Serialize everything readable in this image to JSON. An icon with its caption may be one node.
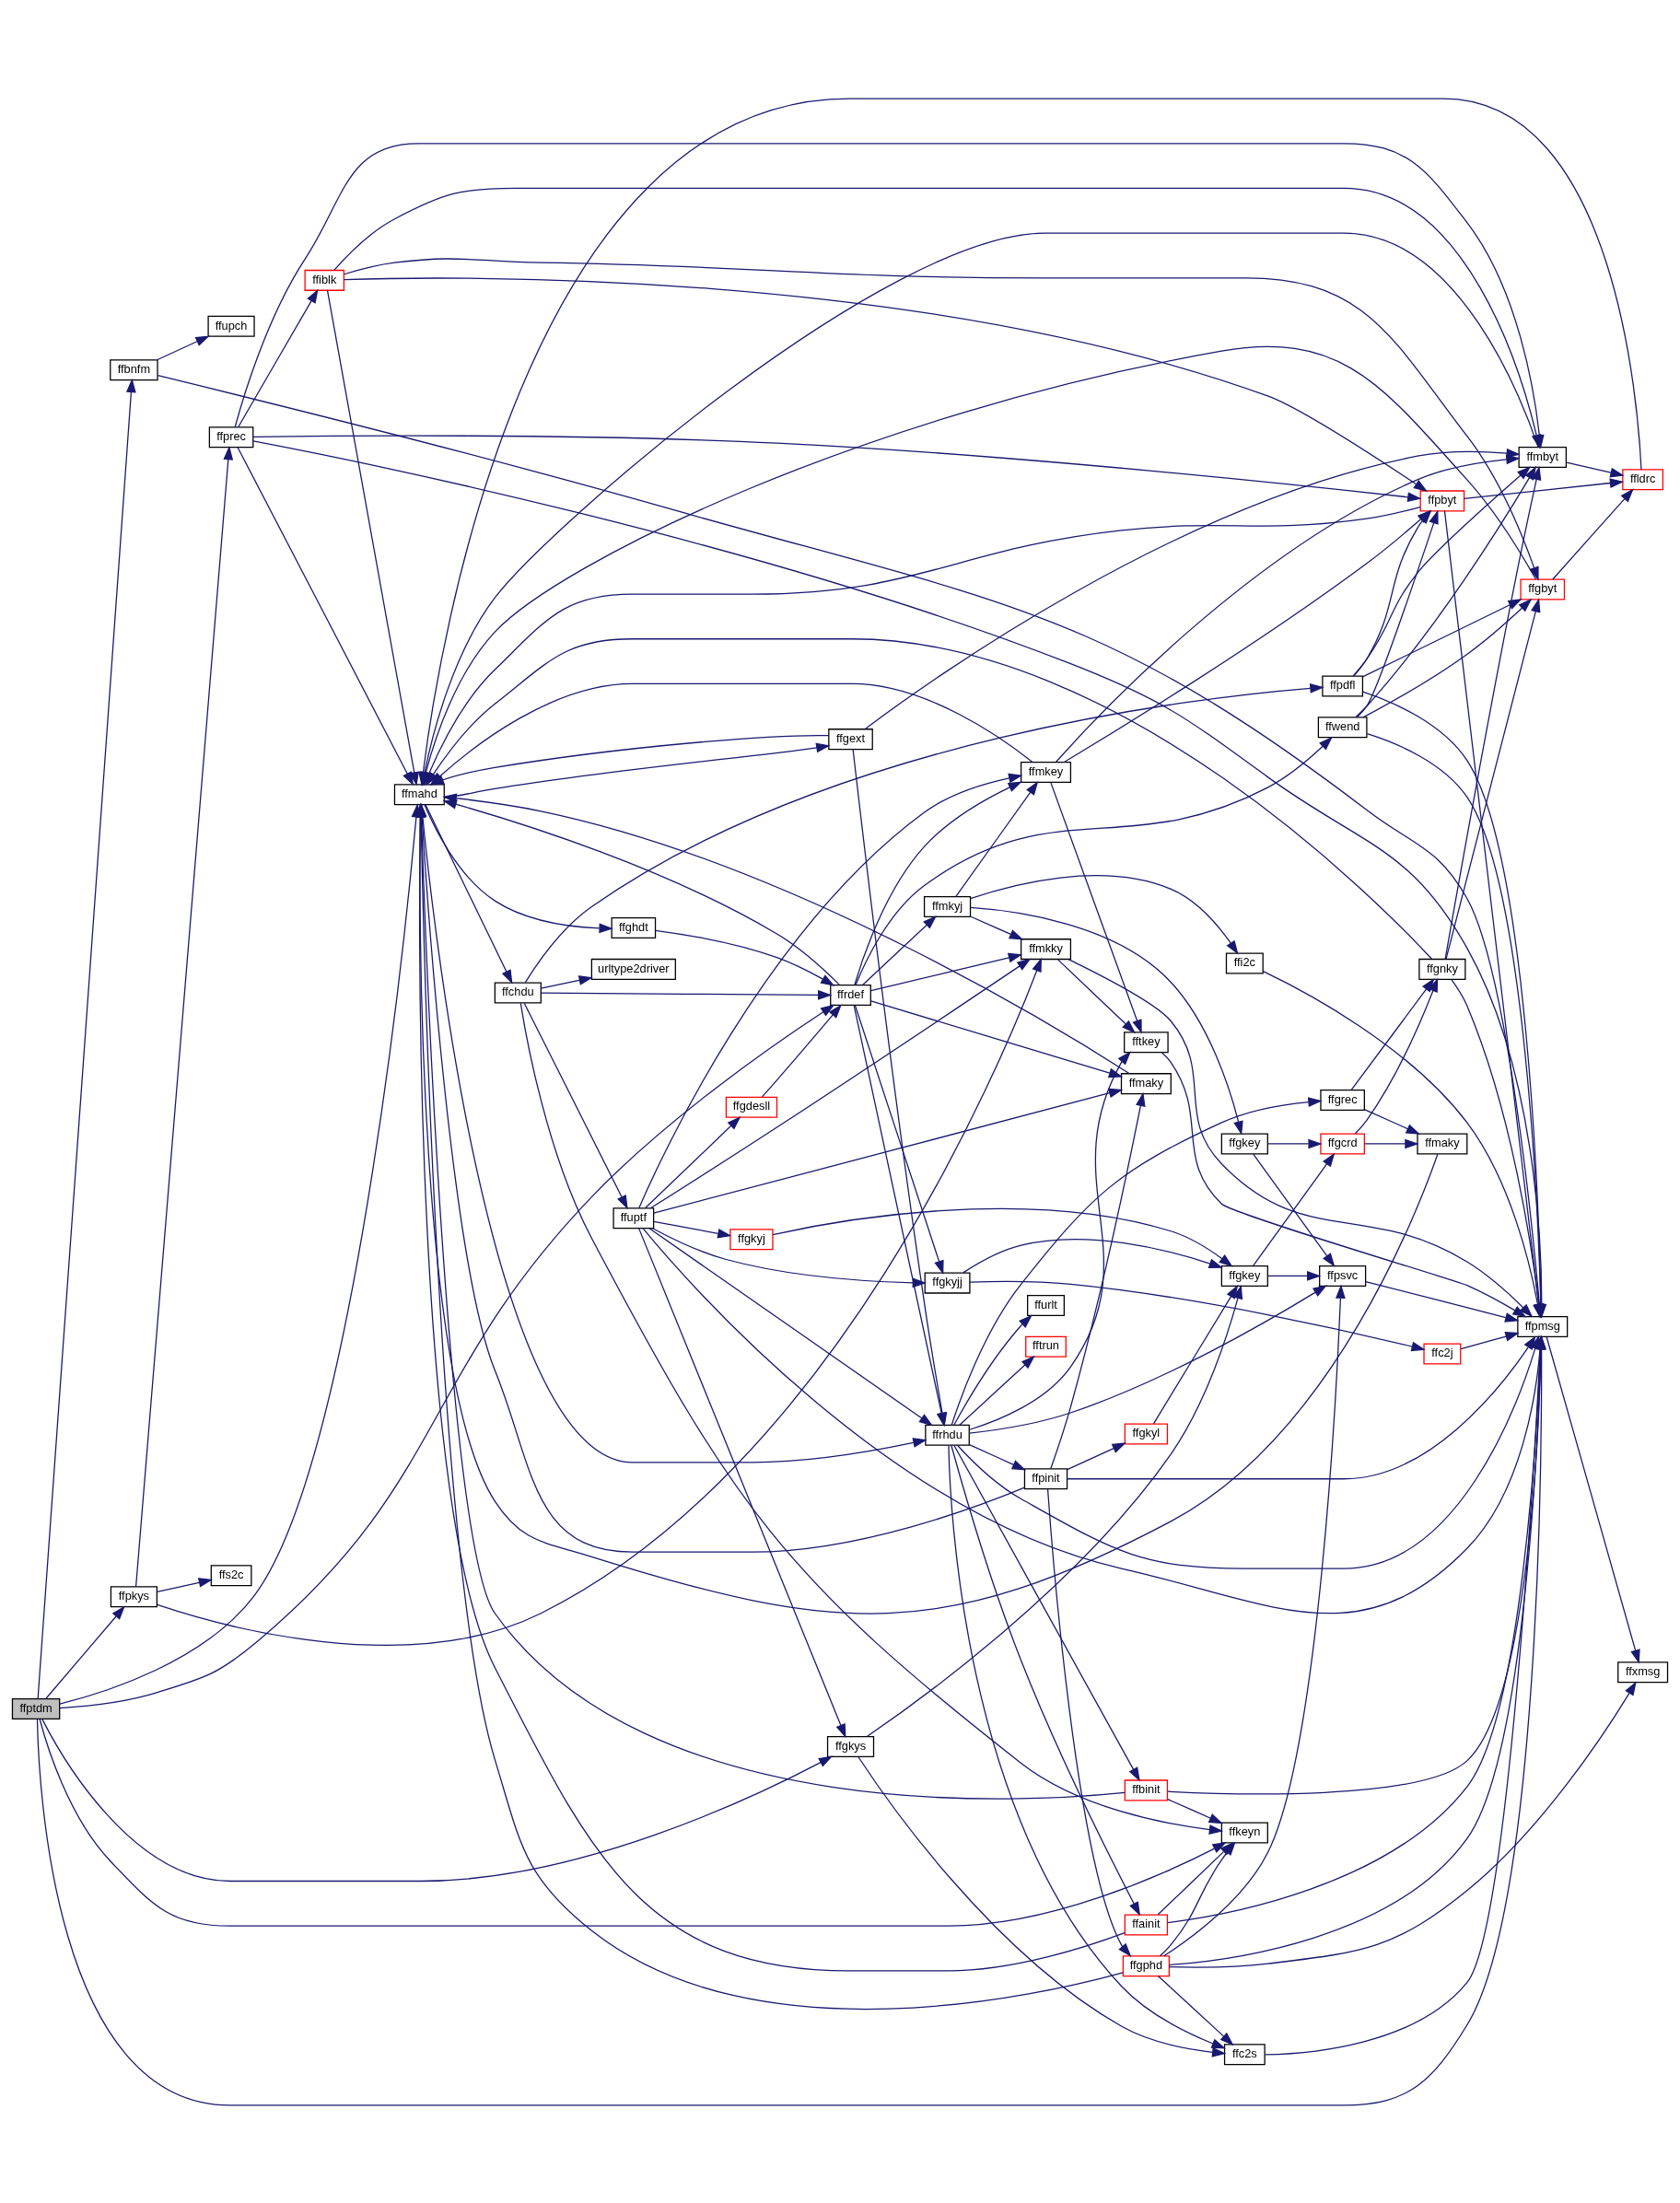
{
  "diagram": {
    "nodes": [
      {
        "text": [
          "ffptdm"
        ]
      },
      {
        "text": [
          "ffbnfm"
        ]
      },
      {
        "text": [
          "ffupch"
        ]
      },
      {
        "text": [
          "ffpkys"
        ]
      },
      {
        "text": [
          "ffs2c"
        ]
      },
      {
        "text": [
          "ffmahd"
        ]
      },
      {
        "text": [
          "ffprec"
        ]
      },
      {
        "text": [
          "ffiblk"
        ]
      },
      {
        "text": [
          "ffghdt"
        ]
      },
      {
        "text": [
          "ffchdu"
        ]
      },
      {
        "text": [
          "urltype2driver"
        ]
      },
      {
        "text": [
          "ffuptf"
        ]
      },
      {
        "text": [
          "ffgkys"
        ]
      },
      {
        "text": [
          "ffrhdu"
        ]
      },
      {
        "text": [
          "ffgdesll"
        ]
      },
      {
        "text": [
          "ffrdef"
        ]
      },
      {
        "text": [
          "ffgkyjj"
        ]
      },
      {
        "text": [
          "ffgkyj"
        ]
      },
      {
        "text": [
          "ffmkyj"
        ]
      },
      {
        "text": [
          "ffmkky"
        ]
      },
      {
        "text": [
          "ffmkey"
        ]
      },
      {
        "text": [
          "ffgext"
        ]
      },
      {
        "text": [
          "ffgphd"
        ]
      },
      {
        "text": [
          "ffc2s"
        ]
      },
      {
        "text": [
          "ffkeyn"
        ]
      },
      {
        "text": [
          "ffbinit"
        ]
      },
      {
        "text": [
          "ffainit"
        ]
      },
      {
        "text": [
          "ffpinit"
        ]
      },
      {
        "text": [
          "ffgkyl"
        ]
      },
      {
        "text": [
          "ffurlt"
        ]
      },
      {
        "text": [
          "fftrun"
        ]
      },
      {
        "text": [
          "fftkey"
        ]
      },
      {
        "text": [
          "ffi2c"
        ]
      },
      {
        "text": [
          "ffgkey"
        ]
      },
      {
        "text": [
          "ffgkey"
        ]
      },
      {
        "text": [
          "ffmaky"
        ]
      },
      {
        "text": [
          "ffgrec"
        ]
      },
      {
        "text": [
          "ffgcrd"
        ]
      },
      {
        "text": [
          "ffmaky"
        ]
      },
      {
        "text": [
          "ffgnky"
        ]
      },
      {
        "text": [
          "ffwend"
        ]
      },
      {
        "text": [
          "ffpdfl"
        ]
      },
      {
        "text": [
          "ffpbyt"
        ]
      },
      {
        "text": [
          "ffgbyt"
        ]
      },
      {
        "text": [
          "ffmbyt"
        ]
      },
      {
        "text": [
          "ffldrc"
        ]
      },
      {
        "text": [
          "ffpsvc"
        ]
      },
      {
        "text": [
          "ffc2j"
        ]
      },
      {
        "text": [
          "ffpmsg"
        ]
      },
      {
        "text": [
          "ffxmsg"
        ]
      }
    ],
    "edges": [
      {
        "from": 0,
        "to": 1,
        "arrow": "to"
      },
      {
        "from": 0,
        "to": 48,
        "arrow": "to"
      },
      {
        "from": 0,
        "to": 24,
        "arrow": "to"
      },
      {
        "from": 0,
        "to": 3,
        "arrow": "to"
      },
      {
        "from": 0,
        "to": 12,
        "arrow": "to"
      },
      {
        "from": 0,
        "to": 15,
        "arrow": "to"
      },
      {
        "from": 0,
        "to": 5,
        "arrow": "to"
      },
      {
        "from": 1,
        "to": 2,
        "arrow": "to"
      },
      {
        "from": 1,
        "to": 48,
        "arrow": "to"
      },
      {
        "from": 3,
        "to": 4,
        "arrow": "to"
      },
      {
        "from": 3,
        "to": 6,
        "arrow": "to"
      },
      {
        "from": 3,
        "to": 19,
        "arrow": "to"
      },
      {
        "from": 5,
        "to": 8,
        "arrow": "to"
      },
      {
        "from": 5,
        "to": 9,
        "arrow": "to"
      },
      {
        "from": 5,
        "to": 13,
        "arrow": "to"
      },
      {
        "from": 5,
        "to": 21,
        "arrow": "to"
      },
      {
        "from": 6,
        "to": 5,
        "arrow": "to"
      },
      {
        "from": 6,
        "to": 7,
        "arrow": "to"
      },
      {
        "from": 6,
        "to": 48,
        "arrow": "to"
      },
      {
        "from": 6,
        "to": 42,
        "arrow": "to"
      },
      {
        "from": 6,
        "to": 44,
        "arrow": "to"
      },
      {
        "from": 7,
        "to": 5,
        "arrow": "to"
      },
      {
        "from": 7,
        "to": 42,
        "arrow": "to"
      },
      {
        "from": 7,
        "to": 43,
        "arrow": "to"
      },
      {
        "from": 7,
        "to": 44,
        "arrow": "to"
      },
      {
        "from": 8,
        "to": 15,
        "arrow": "to"
      },
      {
        "from": 9,
        "to": 10,
        "arrow": "to"
      },
      {
        "from": 9,
        "to": 11,
        "arrow": "to"
      },
      {
        "from": 9,
        "to": 15,
        "arrow": "to"
      },
      {
        "from": 9,
        "to": 24,
        "arrow": "to"
      },
      {
        "from": 9,
        "to": 41,
        "arrow": "to"
      },
      {
        "from": 11,
        "to": 14,
        "arrow": "to"
      },
      {
        "from": 11,
        "to": 13,
        "arrow": "to"
      },
      {
        "from": 11,
        "to": 12,
        "arrow": "to"
      },
      {
        "from": 11,
        "to": 16,
        "arrow": "to"
      },
      {
        "from": 11,
        "to": 35,
        "arrow": "to"
      },
      {
        "from": 11,
        "to": 17,
        "arrow": "to"
      },
      {
        "from": 11,
        "to": 20,
        "arrow": "to"
      },
      {
        "from": 11,
        "to": 48,
        "arrow": "to"
      },
      {
        "from": 11,
        "to": 19,
        "arrow": "to"
      },
      {
        "from": 12,
        "to": 23,
        "arrow": "to"
      },
      {
        "from": 12,
        "to": 34,
        "arrow": "to"
      },
      {
        "from": 13,
        "to": 23,
        "arrow": "to"
      },
      {
        "from": 13,
        "to": 25,
        "arrow": "to"
      },
      {
        "from": 13,
        "to": 26,
        "arrow": "to"
      },
      {
        "from": 13,
        "to": 27,
        "arrow": "to"
      },
      {
        "from": 13,
        "to": 29,
        "arrow": "to"
      },
      {
        "from": 13,
        "to": 30,
        "arrow": "to"
      },
      {
        "from": 13,
        "to": 48,
        "arrow": "to"
      },
      {
        "from": 13,
        "to": 46,
        "arrow": "to"
      },
      {
        "from": 13,
        "to": 36,
        "arrow": "to"
      },
      {
        "from": 13,
        "to": 31,
        "arrow": "to"
      },
      {
        "from": 14,
        "to": 15,
        "arrow": "to"
      },
      {
        "from": 15,
        "to": 19,
        "arrow": "to"
      },
      {
        "from": 15,
        "to": 18,
        "arrow": "to"
      },
      {
        "from": 15,
        "to": 16,
        "arrow": "to"
      },
      {
        "from": 15,
        "to": 35,
        "arrow": "to"
      },
      {
        "from": 15,
        "to": 20,
        "arrow": "to"
      },
      {
        "from": 15,
        "to": 40,
        "arrow": "to"
      },
      {
        "from": 15,
        "to": 13,
        "arrow": "to"
      },
      {
        "from": 15,
        "to": 5,
        "arrow": "to"
      },
      {
        "from": 16,
        "to": 34,
        "arrow": "to"
      },
      {
        "from": 16,
        "to": 47,
        "arrow": "to"
      },
      {
        "from": 17,
        "to": 34,
        "arrow": "to"
      },
      {
        "from": 18,
        "to": 19,
        "arrow": "to"
      },
      {
        "from": 18,
        "to": 32,
        "arrow": "to"
      },
      {
        "from": 18,
        "to": 33,
        "arrow": "to"
      },
      {
        "from": 18,
        "to": 20,
        "arrow": "to"
      },
      {
        "from": 19,
        "to": 31,
        "arrow": "to"
      },
      {
        "from": 19,
        "to": 48,
        "arrow": "to"
      },
      {
        "from": 20,
        "to": 31,
        "arrow": "to"
      },
      {
        "from": 20,
        "to": 42,
        "arrow": "to"
      },
      {
        "from": 20,
        "to": 44,
        "arrow": "to"
      },
      {
        "from": 20,
        "to": 5,
        "arrow": "to"
      },
      {
        "from": 21,
        "to": 13,
        "arrow": "to"
      },
      {
        "from": 21,
        "to": 5,
        "arrow": "to"
      },
      {
        "from": 21,
        "to": 44,
        "arrow": "to"
      },
      {
        "from": 22,
        "to": 23,
        "arrow": "to"
      },
      {
        "from": 22,
        "to": 24,
        "arrow": "to"
      },
      {
        "from": 22,
        "to": 48,
        "arrow": "to"
      },
      {
        "from": 22,
        "to": 49,
        "arrow": "to"
      },
      {
        "from": 22,
        "to": 46,
        "arrow": "to"
      },
      {
        "from": 22,
        "to": 5,
        "arrow": "to"
      },
      {
        "from": 23,
        "to": 48,
        "arrow": "to"
      },
      {
        "from": 25,
        "to": 24,
        "arrow": "to"
      },
      {
        "from": 25,
        "to": 48,
        "arrow": "to"
      },
      {
        "from": 25,
        "to": 5,
        "arrow": "to"
      },
      {
        "from": 26,
        "to": 24,
        "arrow": "to"
      },
      {
        "from": 26,
        "to": 48,
        "arrow": "to"
      },
      {
        "from": 26,
        "to": 5,
        "arrow": "to"
      },
      {
        "from": 27,
        "to": 22,
        "arrow": "to"
      },
      {
        "from": 27,
        "to": 28,
        "arrow": "to"
      },
      {
        "from": 27,
        "to": 48,
        "arrow": "to"
      },
      {
        "from": 27,
        "to": 35,
        "arrow": "to"
      },
      {
        "from": 27,
        "to": 5,
        "arrow": "to"
      },
      {
        "from": 28,
        "to": 34,
        "arrow": "to"
      },
      {
        "from": 31,
        "to": 48,
        "arrow": "to"
      },
      {
        "from": 32,
        "to": 48,
        "arrow": "to"
      },
      {
        "from": 33,
        "to": 46,
        "arrow": "to"
      },
      {
        "from": 33,
        "to": 37,
        "arrow": "to"
      },
      {
        "from": 34,
        "to": 46,
        "arrow": "to"
      },
      {
        "from": 34,
        "to": 37,
        "arrow": "to"
      },
      {
        "from": 35,
        "to": 5,
        "arrow": "to"
      },
      {
        "from": 36,
        "to": 38,
        "arrow": "to"
      },
      {
        "from": 36,
        "to": 39,
        "arrow": "to"
      },
      {
        "from": 37,
        "to": 38,
        "arrow": "to"
      },
      {
        "from": 37,
        "to": 39,
        "arrow": "to"
      },
      {
        "from": 38,
        "to": 5,
        "arrow": "to"
      },
      {
        "from": 39,
        "to": 43,
        "arrow": "to"
      },
      {
        "from": 39,
        "to": 44,
        "arrow": "to"
      },
      {
        "from": 39,
        "to": 48,
        "arrow": "to"
      },
      {
        "from": 39,
        "to": 5,
        "arrow": "to"
      },
      {
        "from": 40,
        "to": 48,
        "arrow": "to"
      },
      {
        "from": 40,
        "to": 42,
        "arrow": "to"
      },
      {
        "from": 40,
        "to": 43,
        "arrow": "to"
      },
      {
        "from": 40,
        "to": 44,
        "arrow": "to"
      },
      {
        "from": 41,
        "to": 48,
        "arrow": "to"
      },
      {
        "from": 41,
        "to": 42,
        "arrow": "to"
      },
      {
        "from": 41,
        "to": 43,
        "arrow": "to"
      },
      {
        "from": 41,
        "to": 44,
        "arrow": "to"
      },
      {
        "from": 42,
        "to": 45,
        "arrow": "to"
      },
      {
        "from": 42,
        "to": 48,
        "arrow": "to"
      },
      {
        "from": 42,
        "to": 5,
        "arrow": "to"
      },
      {
        "from": 43,
        "to": 45,
        "arrow": "to"
      },
      {
        "from": 43,
        "to": 5,
        "arrow": "to"
      },
      {
        "from": 44,
        "to": 45,
        "arrow": "to"
      },
      {
        "from": 44,
        "to": 5,
        "arrow": "to"
      },
      {
        "from": 45,
        "to": 5,
        "arrow": "to"
      },
      {
        "from": 46,
        "to": 48,
        "arrow": "to"
      },
      {
        "from": 47,
        "to": 48,
        "arrow": "to"
      },
      {
        "from": 48,
        "to": 49,
        "arrow": "to"
      }
    ]
  }
}
